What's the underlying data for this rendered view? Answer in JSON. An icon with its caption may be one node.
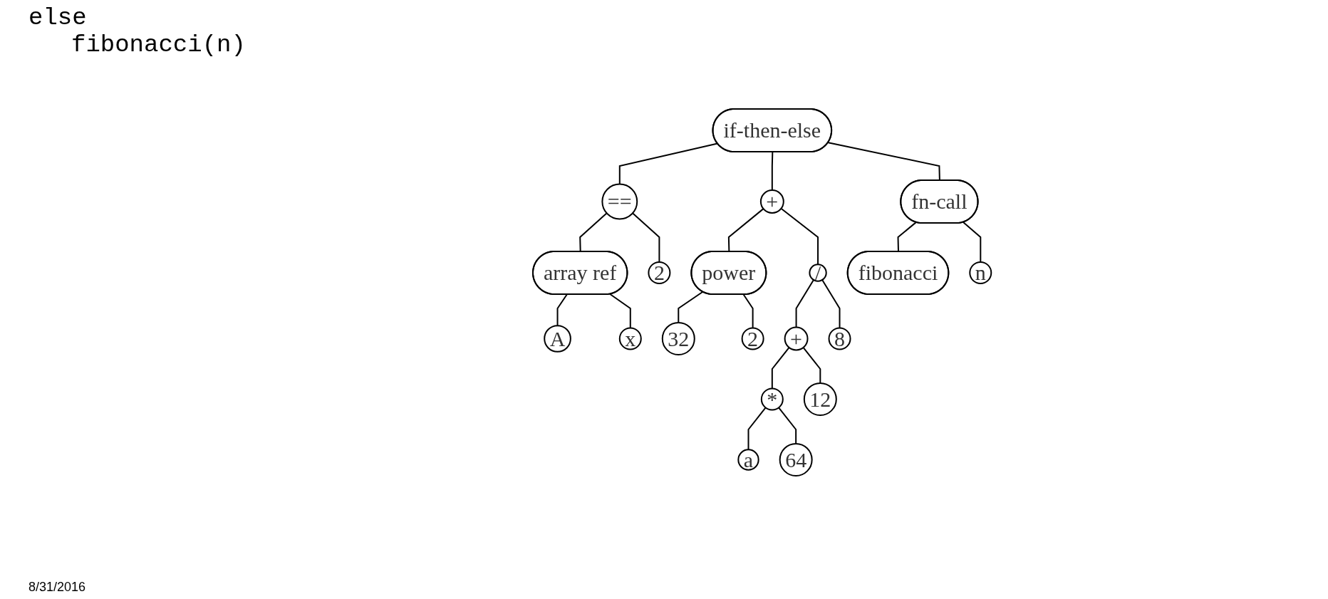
{
  "diagram": {
    "nodes": [
      {
        "text": [
          "if-then-else"
        ]
      },
      {
        "text": [
          "=="
        ]
      },
      {
        "text": [
          "+"
        ]
      },
      {
        "text": [
          "fn-call"
        ]
      },
      {
        "text": [
          "array ref"
        ]
      },
      {
        "text": [
          "2"
        ]
      },
      {
        "text": [
          "/"
        ]
      },
      {
        "text": [
          "fibonacci"
        ]
      },
      {
        "text": [
          "n"
        ]
      },
      {
        "text": [
          "power"
        ]
      },
      {
        "text": [
          "+"
        ]
      },
      {
        "text": [
          "8"
        ]
      },
      {
        "text": [
          "A"
        ]
      },
      {
        "text": [
          "x"
        ]
      },
      {
        "text": [
          "32"
        ]
      },
      {
        "text": [
          "2"
        ]
      },
      {
        "text": [
          "*"
        ]
      },
      {
        "text": [
          "12"
        ]
      },
      {
        "text": [
          "a"
        ]
      },
      {
        "text": [
          "64"
        ]
      }
    ],
    "edges": [
      {
        "from": 0,
        "to": 1,
        "arrow": "none"
      },
      {
        "from": 0,
        "to": 2,
        "arrow": "none"
      },
      {
        "from": 0,
        "to": 3,
        "arrow": "none"
      },
      {
        "from": 1,
        "to": 4,
        "arrow": "none"
      },
      {
        "from": 1,
        "to": 5,
        "arrow": "none"
      },
      {
        "from": 2,
        "to": 9,
        "arrow": "none"
      },
      {
        "from": 2,
        "to": 6,
        "arrow": "none"
      },
      {
        "from": 3,
        "to": 7,
        "arrow": "none"
      },
      {
        "from": 3,
        "to": 8,
        "arrow": "none"
      },
      {
        "from": 4,
        "to": 12,
        "arrow": "none"
      },
      {
        "from": 4,
        "to": 13,
        "arrow": "none"
      },
      {
        "from": 9,
        "to": 14,
        "arrow": "none"
      },
      {
        "from": 9,
        "to": 15,
        "arrow": "none"
      },
      {
        "from": 6,
        "to": 10,
        "arrow": "none"
      },
      {
        "from": 6,
        "to": 11,
        "arrow": "none"
      },
      {
        "from": 10,
        "to": 16,
        "arrow": "none"
      },
      {
        "from": 10,
        "to": 17,
        "arrow": "none"
      },
      {
        "from": 16,
        "to": 18,
        "arrow": "none"
      },
      {
        "from": 16,
        "to": 19,
        "arrow": "none"
      }
    ],
    "labels": [
      "else",
      "fibonacci(n)",
      "8/31/2016"
    ]
  }
}
